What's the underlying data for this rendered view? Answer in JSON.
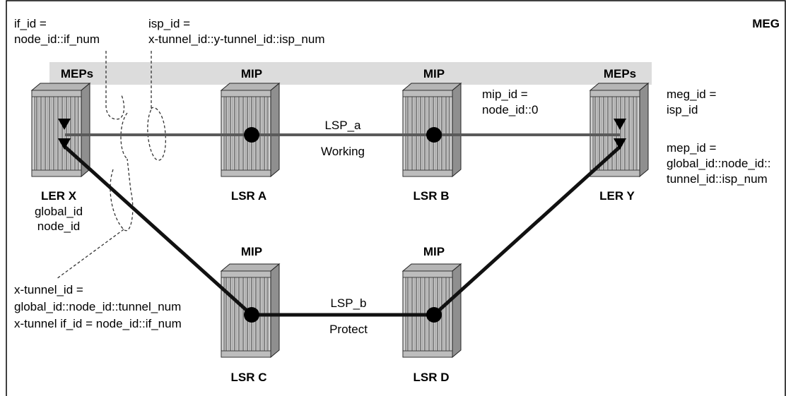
{
  "meg_label": "MEG",
  "annotations": {
    "if_id": [
      "if_id =",
      "node_id::if_num"
    ],
    "isp_id": [
      "isp_id =",
      "x-tunnel_id::y-tunnel_id::isp_num"
    ],
    "mip_id": [
      "mip_id =",
      "node_id::0"
    ],
    "meg_id": [
      "meg_id =",
      "isp_id"
    ],
    "mep_id": [
      "mep_id =",
      "global_id::node_id::",
      "tunnel_id::isp_num"
    ],
    "x_tunnel": [
      "x-tunnel_id =",
      "global_id::node_id::tunnel_num",
      "x-tunnel if_id = node_id::if_num"
    ]
  },
  "roles": {
    "mep_left": "MEPs",
    "mip_a": "MIP",
    "mip_b": "MIP",
    "mep_right": "MEPs",
    "mip_c": "MIP",
    "mip_d": "MIP"
  },
  "nodes": {
    "ler_x": {
      "name": "LER X",
      "sub1": "global_id",
      "sub2": "node_id"
    },
    "lsr_a": {
      "name": "LSR A"
    },
    "lsr_b": {
      "name": "LSR B"
    },
    "ler_y": {
      "name": "LER Y"
    },
    "lsr_c": {
      "name": "LSR C"
    },
    "lsr_d": {
      "name": "LSR D"
    }
  },
  "paths": {
    "lsp_a": {
      "name": "LSP_a",
      "role": "Working"
    },
    "lsp_b": {
      "name": "LSP_b",
      "role": "Protect"
    }
  }
}
